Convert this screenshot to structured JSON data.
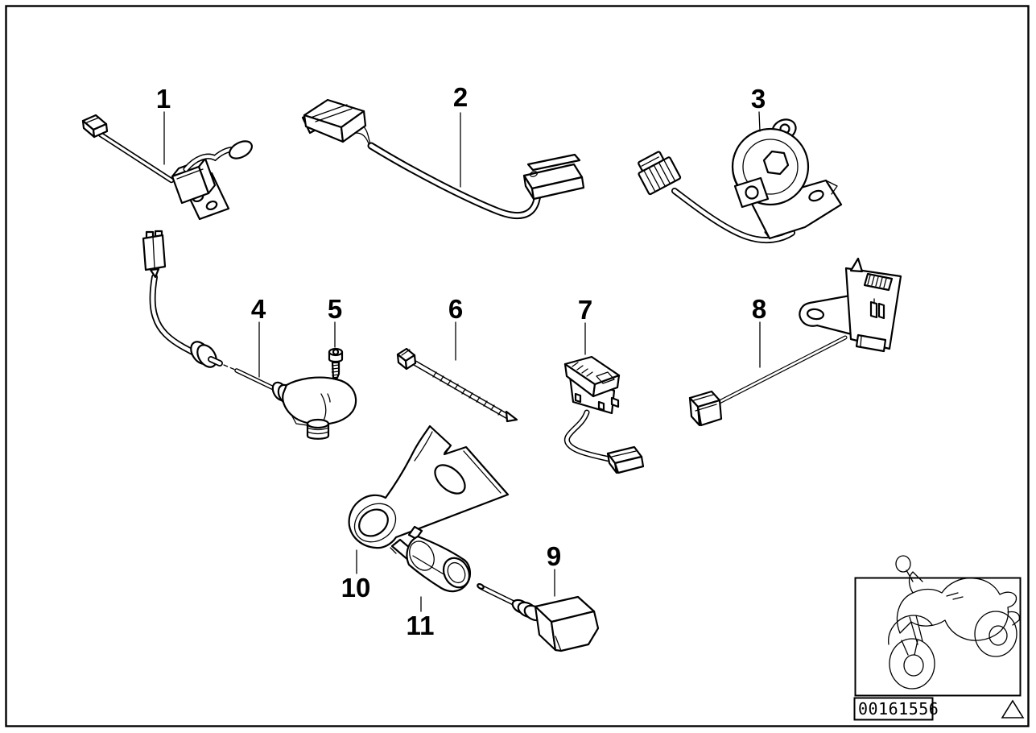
{
  "figure": {
    "kind": "motorcycle-electrical-switches-parts-diagram",
    "background_color": "#ffffff",
    "line_color": "#000000",
    "callouts": [
      {
        "label": "1"
      },
      {
        "label": "2"
      },
      {
        "label": "3"
      },
      {
        "label": "4"
      },
      {
        "label": "5"
      },
      {
        "label": "6"
      },
      {
        "label": "7"
      },
      {
        "label": "8"
      },
      {
        "label": "9"
      },
      {
        "label": "10"
      },
      {
        "label": "11"
      }
    ],
    "stamp": {
      "code": "00161556",
      "vehicle_icon": "motorcycle-icon",
      "footnote_icon": "triangle-icon"
    }
  }
}
